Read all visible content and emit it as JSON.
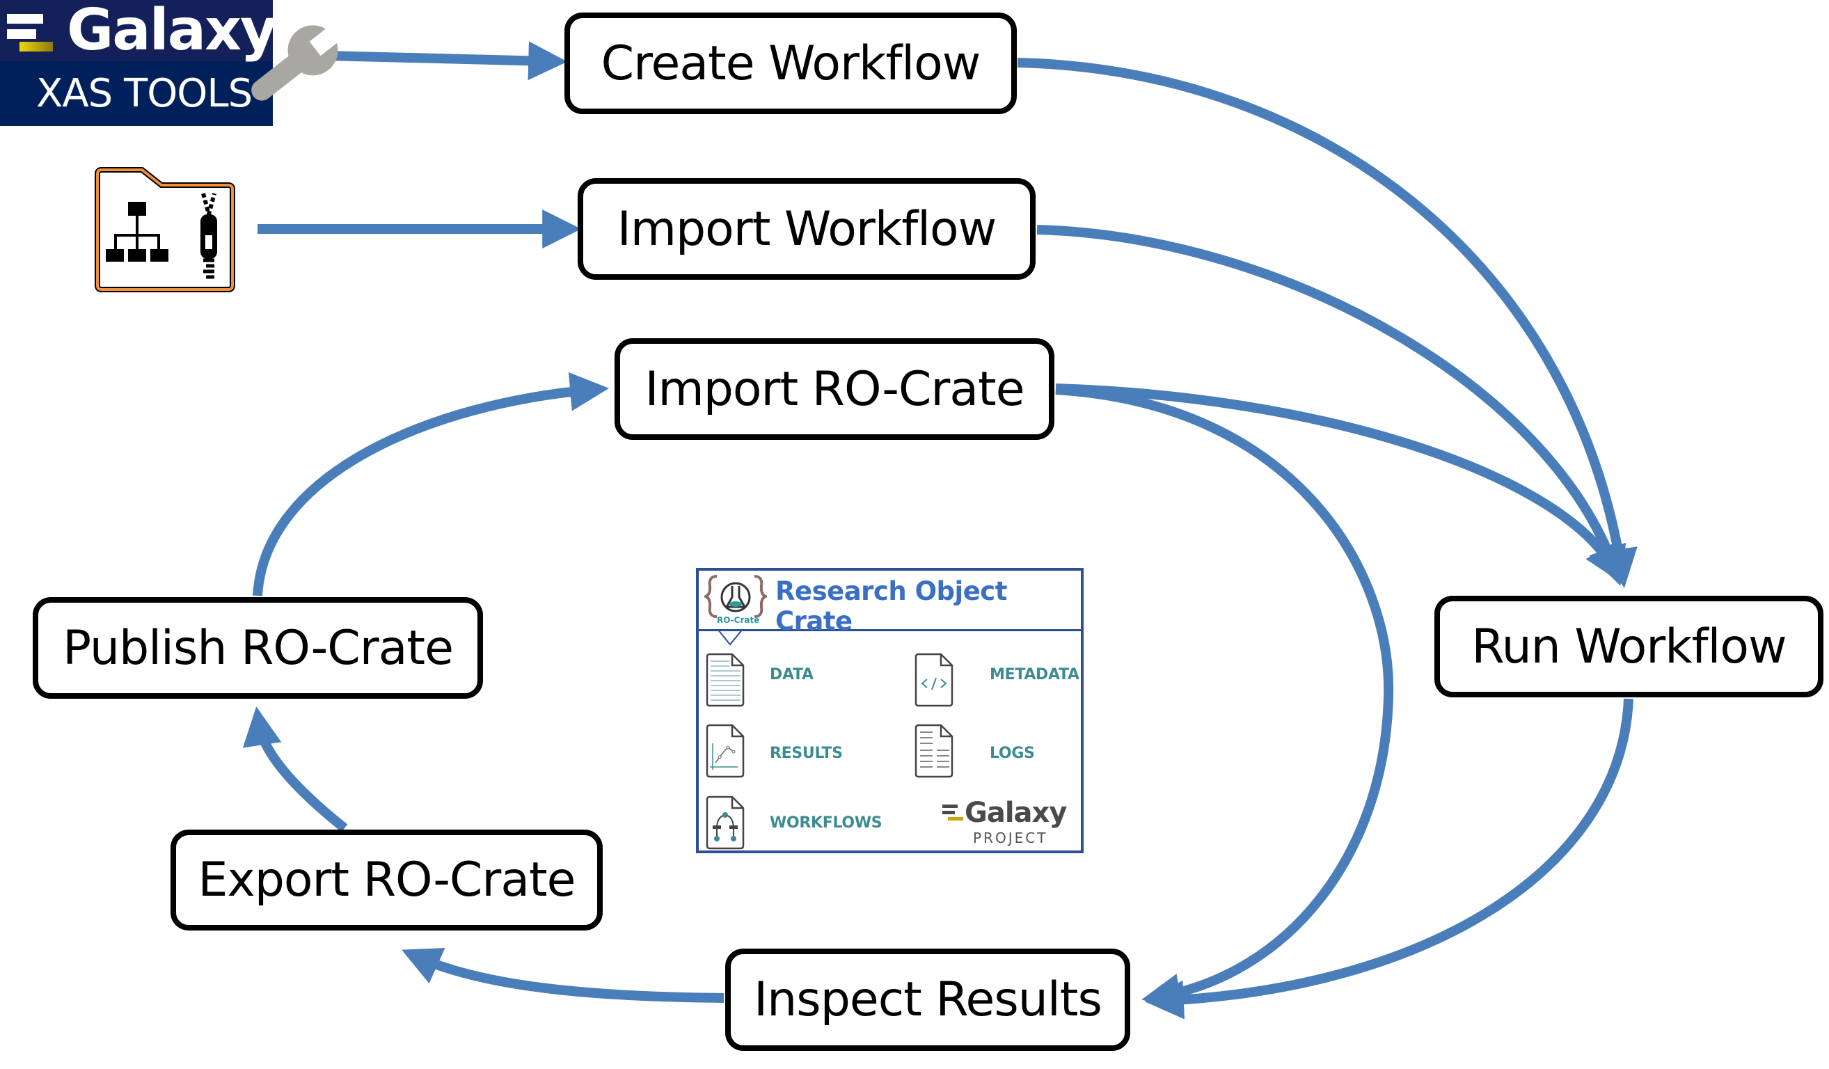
{
  "diagram": {
    "nodes": {
      "create_workflow": "Create Workflow",
      "import_workflow": "Import Workflow",
      "import_ro_crate": "Import RO-Crate",
      "run_workflow": "Run Workflow",
      "publish_ro_crate": "Publish RO-Crate",
      "export_ro_crate": "Export RO-Crate",
      "inspect_results": "Inspect Results"
    },
    "edges": [
      {
        "from": "galaxy_xas_tools",
        "to": "create_workflow"
      },
      {
        "from": "workflow_archive",
        "to": "import_workflow"
      },
      {
        "from": "create_workflow",
        "to": "run_workflow"
      },
      {
        "from": "import_workflow",
        "to": "run_workflow"
      },
      {
        "from": "import_ro_crate",
        "to": "run_workflow"
      },
      {
        "from": "import_ro_crate",
        "to": "inspect_results"
      },
      {
        "from": "run_workflow",
        "to": "inspect_results"
      },
      {
        "from": "inspect_results",
        "to": "export_ro_crate"
      },
      {
        "from": "export_ro_crate",
        "to": "publish_ro_crate"
      },
      {
        "from": "publish_ro_crate",
        "to": "import_ro_crate"
      }
    ],
    "arrow_color": "#4a7ebb"
  },
  "galaxy_banner": {
    "title": "Galaxy",
    "subtitle": "XAS TOOLS",
    "icon": "wrench-icon"
  },
  "workflow_archive": {
    "icon": "zipped-workflow-folder-icon",
    "border_color": "#f0903a"
  },
  "ro_crate_card": {
    "title": "Research Object Crate",
    "logo_caption": "RO-Crate",
    "items": [
      {
        "label": "DATA",
        "icon": "data-file-icon"
      },
      {
        "label": "METADATA",
        "icon": "code-file-icon"
      },
      {
        "label": "RESULTS",
        "icon": "chart-file-icon"
      },
      {
        "label": "LOGS",
        "icon": "log-file-icon"
      },
      {
        "label": "WORKFLOWS",
        "icon": "workflow-file-icon"
      }
    ],
    "galaxy_project": {
      "name": "Galaxy",
      "sub": "PROJECT"
    },
    "title_color": "#3a6fc4",
    "label_color": "#3d8c91"
  }
}
